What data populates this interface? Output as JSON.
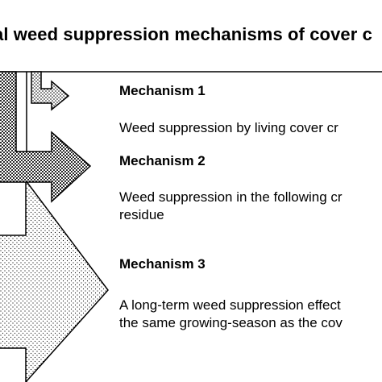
{
  "diagram": {
    "title": "al weed suppression mechanisms of cover c",
    "mechanisms": [
      {
        "title": "Mechanism 1",
        "lines": [
          "Weed suppression by living cover cr"
        ]
      },
      {
        "title": "Mechanism 2",
        "lines": [
          "Weed suppression in the following cr",
          "residue"
        ]
      },
      {
        "title": "Mechanism 3",
        "lines": [
          "A long-term weed suppression effect",
          "the same growing-season as the cov"
        ]
      }
    ]
  },
  "colors": {
    "background": "#ffffff",
    "ink": "#000000"
  },
  "icons": [
    "small-dotted-arrow-icon",
    "medium-dotted-arrow-icon",
    "large-dotted-arrow-icon"
  ]
}
